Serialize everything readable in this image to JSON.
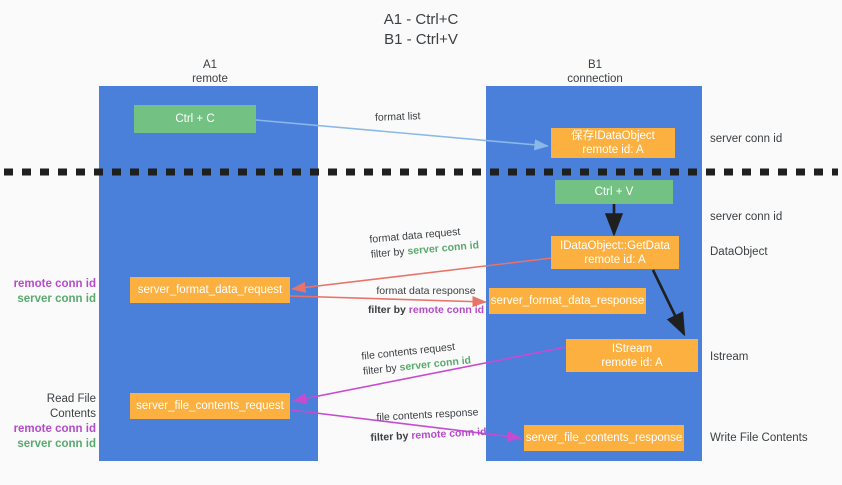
{
  "title": {
    "line1": "A1 - Ctrl+C",
    "line2": "B1 - Ctrl+V"
  },
  "columns": [
    {
      "name": "A1",
      "sub": "remote"
    },
    {
      "name": "B1",
      "sub": "connection"
    }
  ],
  "nodes": {
    "ctrl_c": "Ctrl + C",
    "ctrl_v": "Ctrl + V",
    "save_idataobject_l1": "保存IDataObject",
    "save_idataobject_l2": "remote id: A",
    "getdata_l1": "IDataObject::GetData",
    "getdata_l2": "remote id: A",
    "istream_l1": "IStream",
    "istream_l2": "remote id: A",
    "server_format_data_request": "server_format_data_request",
    "server_format_data_response": "server_format_data_response",
    "server_file_contents_request": "server_file_contents_request",
    "server_file_contents_response": "server_file_contents_response"
  },
  "edge_labels": {
    "format_list": "format list",
    "format_data_request": "format data request",
    "format_data_request_filter_pre": "filter by ",
    "format_data_request_filter_key": "server conn id",
    "format_data_response": "format data response",
    "format_data_response_filter_pre": "filter by ",
    "format_data_response_filter_key": "remote conn id",
    "file_contents_request": "file contents request",
    "file_contents_request_filter_pre": "filter by ",
    "file_contents_request_filter_key": "server conn id",
    "file_contents_response": "file contents response",
    "file_contents_response_filter_pre": "filter by ",
    "file_contents_response_filter_key": "remote conn id"
  },
  "annotations": {
    "left_format": {
      "line1": "remote conn id",
      "line2": "server conn id"
    },
    "left_file_title": "Read File Contents",
    "left_file": {
      "line1": "remote conn id",
      "line2": "server conn id"
    },
    "right_server_conn_top": "server conn id",
    "right_server_conn_mid": "server conn id",
    "right_dataobject": "DataObject",
    "right_istream": "Istream",
    "right_write_file": "Write File Contents"
  },
  "colors": {
    "lane": "#4a7fda",
    "green_node": "#73c283",
    "orange_node": "#fbb040",
    "green_text": "#5aa96e",
    "purple_text": "#b54bc9",
    "blue_arrow": "#8ab8e8",
    "red_arrow": "#e8736a",
    "magenta_arrow": "#c74bd0",
    "black_arrow": "#1f1f1f",
    "background": "#fafafa"
  }
}
